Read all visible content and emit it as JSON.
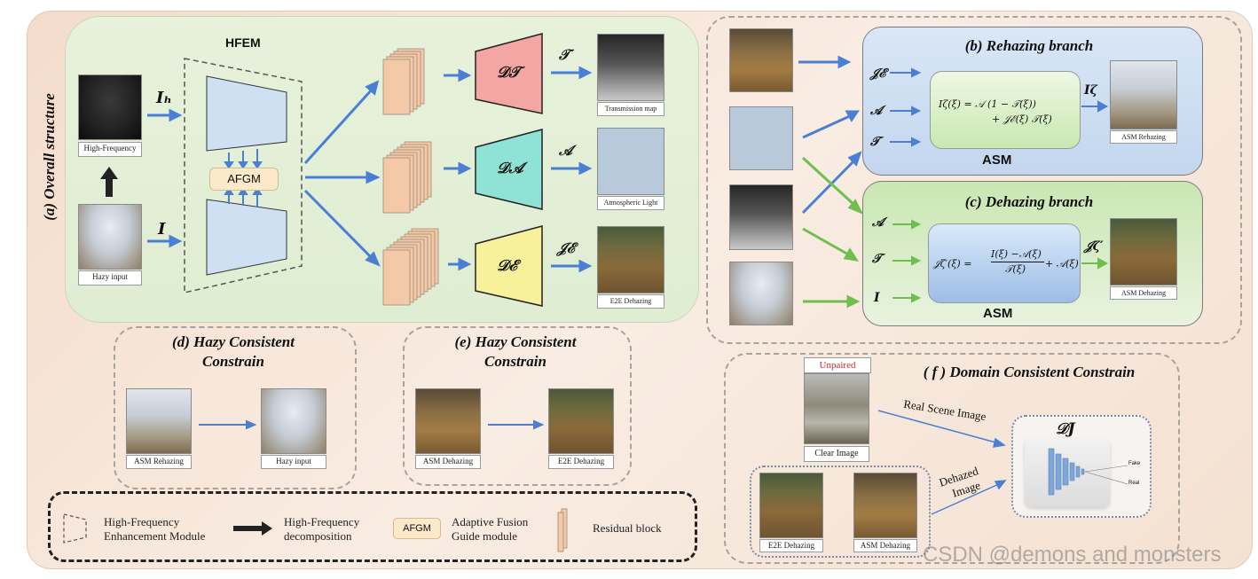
{
  "colors": {
    "arrow_blue": "#4a7fd4",
    "arrow_green": "#6fbf4f",
    "decoder_T": "#f3a6a4",
    "decoder_A": "#8fe3d6",
    "decoder_E": "#f6f19a",
    "encoder_blue": "#cfe0f3",
    "residual": "#f3c9a8",
    "unpaired_red": "#d6262b"
  },
  "overall": {
    "side_title": "(a) Overall structure",
    "hfem_label": "HFEM",
    "afgm_label": "AFGM",
    "inputs": {
      "high_freq_caption": "High-Frequency",
      "hazy_caption": "Hazy input",
      "ih_symbol": "Iₕ",
      "i_symbol": "I"
    },
    "decoders": [
      {
        "symbol": "𝒟𝒯",
        "output_symbol": "𝒯",
        "caption": "Transmission map",
        "icon": "trapezoid-decoder"
      },
      {
        "symbol": "𝒟𝒜",
        "output_symbol": "𝒜",
        "caption": "Atmospheric Light",
        "icon": "trapezoid-decoder"
      },
      {
        "symbol": "𝒟ℰ",
        "output_symbol": "𝒥ℰ",
        "caption": "E2E Dehazing",
        "icon": "trapezoid-decoder"
      }
    ]
  },
  "rehazing": {
    "title": "(b) Rehazing branch",
    "inputs": [
      "𝒥ℰ",
      "𝒜",
      "𝒯"
    ],
    "formula_line1": "Iζ(ξ) = 𝒜 (1 − 𝒯(ξ))",
    "formula_line2": "+ 𝒥ℰ(ξ) 𝒯(ξ)",
    "asm_label": "ASM",
    "output_symbol": "Iζ",
    "output_caption": "ASM Rehazing"
  },
  "dehazing": {
    "title": "(c) Dehazing branch",
    "inputs": [
      "𝒜",
      "𝒯",
      "I"
    ],
    "formula_lhs": "𝒥ζ′(ξ) =",
    "formula_num": "I(ξ) −𝒜(ξ)",
    "formula_den": "𝒯(ξ)",
    "formula_rhs": "+ 𝒜(ξ)",
    "asm_label": "ASM",
    "output_symbol": "𝒥ζ′",
    "output_caption": "ASM Dehazing"
  },
  "constraint_d": {
    "title_line1": "(d) Hazy  Consistent",
    "title_line2": "Constrain",
    "left_caption": "ASM Rehazing",
    "right_caption": "Hazy input"
  },
  "constraint_e": {
    "title_line1": "(e) Hazy  Consistent",
    "title_line2": "Constrain",
    "left_caption": "ASM Dehazing",
    "right_caption": "E2E Dehazing"
  },
  "constraint_f": {
    "title": "( f ) Domain  Consistent  Constrain",
    "unpaired_label": "Unpaired",
    "clear_caption": "Clear Image",
    "real_scene_label": "Real Scene Image",
    "dehazed_label_line1": "Dehazed",
    "dehazed_label_line2": "Image",
    "discriminator_symbol": "𝒟J",
    "fake_label": "Fake",
    "real_label": "Real",
    "bottom_captions": [
      "E2E Dehazing",
      "ASM Dehazing"
    ]
  },
  "legend": {
    "hfem_line1": "High-Frequency",
    "hfem_line2": "Enhancement Module",
    "decomp_line1": "High-Frequency",
    "decomp_line2": "decomposition",
    "afgm_box": "AFGM",
    "afgm_line1": "Adaptive Fusion",
    "afgm_line2": "Guide module",
    "residual_label": "Residual block"
  },
  "watermark": "CSDN @demons and monsters"
}
